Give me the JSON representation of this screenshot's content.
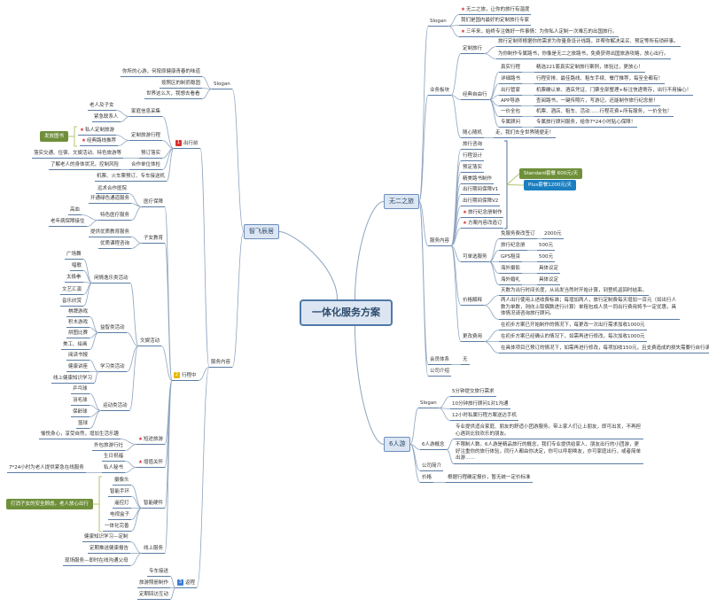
{
  "center": "一体化服务方案",
  "zhifei": {
    "title": "智飞辰居",
    "slogan": {
      "label": "Slogan",
      "items": [
        "你所的心游，何按原健康青春的味道",
        "按照区的制而稳固",
        "世界这么大，我想去看看"
      ]
    },
    "service": {
      "label": "服务内容",
      "before": {
        "label": "出行前",
        "badge": "1",
        "family": {
          "label": "家庭信息采集",
          "items": [
            "老人及子女",
            "紧急联系人"
          ]
        },
        "custom": {
          "label": "定制旅游行程",
          "items": [
            "私人定制旅游",
            "经典路线推荐"
          ],
          "note": "发放图书"
        },
        "booking": {
          "label": "预订落实",
          "detail": "落实交通、住宿、文娱活动、特色旅游等"
        },
        "checkup": {
          "label": "合作单位体检",
          "detail": "了解老人的身体状况，控制风险"
        },
        "tickets": "机票、火车票预订、专车接送机"
      },
      "during": {
        "label": "行程中",
        "badge": "2",
        "medical": {
          "label": "医疗保障",
          "items": [
            "远术合作医院",
            "开通绿色通道服务",
            "特色医疗服务"
          ],
          "special": [
            "高血",
            "老年病保障接住"
          ]
        },
        "education": {
          "label": "子女教育",
          "items": [
            "提供优质教育服务",
            "优质课程咨询"
          ]
        },
        "fun": {
          "label": "文娱活动",
          "leisure": {
            "label": "闲情逸乐类活动",
            "items": [
              "广场舞",
              "唱歌",
              "太极拳",
              "文艺汇演",
              "音乐欣赏"
            ]
          },
          "puzzle": {
            "label": "益智类活动",
            "items": [
              "棋牌游戏",
              "积木游戏",
              "拼图比赛",
              "美工、绘画"
            ]
          },
          "study": {
            "label": "学习类活动",
            "items": [
              "阅读书报",
              "健康讲座",
              "线上健康知识学习"
            ]
          },
          "sport": {
            "label": "运动类活动",
            "items": [
              "乒乓球",
              "羽毛球",
              "保龄球",
              "篮球"
            ]
          }
        },
        "trip": {
          "label": "短途旅游",
          "items": [
            "愉悦身心，享受自然，增加生活乐趣",
            "外包旅游行社"
          ]
        },
        "care": {
          "label": "增值关怀",
          "items": [
            "生日祝福",
            "私人秘书"
          ],
          "secretary": "7*24小时为老人提供紧急在线服务"
        },
        "hardware": {
          "label": "智能硬件",
          "items": [
            "摄像头",
            "智能手环",
            "遥控灯",
            "电视盒子",
            "一体化完善"
          ],
          "note": "打消子女的安全顾虑，老人放心出行"
        },
        "online": {
          "label": "线上服务",
          "items": [
            "健康知识学习—定制",
            "定期推送健康报告",
            "现场服务—即时在线沟通父母"
          ]
        }
      },
      "return": {
        "label": "返程",
        "badge": "3",
        "items": [
          "专车接送",
          "旅游照册制作",
          "定期回访互动"
        ]
      }
    }
  },
  "wuer": {
    "title": "无二之旅",
    "slogan": {
      "label": "Slogan",
      "items": [
        "无二之旅，让你的旅行有温度",
        "我们是国内最好的定制旅行专家",
        "三年来，始终专注做好一件事情：为你私人定制一次难忘的出国旅行。"
      ]
    },
    "business": {
      "label": "业务板块",
      "custom": {
        "label": "定制旅行",
        "items": [
          "旅行定制师根据你的需求为你量身设计线路，并帮你解决采买、预定等所有琐碎事。",
          "为你制作专属路书，你像是无二之旅路书，免费获得出国旅游攻略，放心出行。"
        ]
      },
      "classic": {
        "label": "经典自由行",
        "items": [
          {
            "label": "真实行程",
            "detail": "精选221套真实定制旅行案例，体验过，更放心！"
          },
          {
            "label": "详细路书",
            "detail": "行程安排、最佳路线、租车手续、餐厅推荐，每至全都有！"
          },
          {
            "label": "出行管家",
            "detail": "机票确认单、酒店凭证、门票全部整理+标注快递寄存，出行不用操心！"
          },
          {
            "label": "APP导游",
            "detail": "查阅路书，一键传照片，写游记，还能制作旅行纪念册！"
          },
          {
            "label": "一价全包",
            "detail": "机票、酒店、租车、活动……行程花费+所有服务，一价全包！"
          },
          {
            "label": "专属顾问",
            "detail": "专属旅行顾问服务，给你7*24小时贴心保障！"
          }
        ]
      },
      "random": {
        "label": "随心随机",
        "detail": "走，我们去全世界随便走！"
      }
    },
    "service": {
      "label": "服务内容",
      "items": [
        "旅行咨询",
        "行程设计",
        "预定落实",
        "精美路书制作",
        "出行期间保障V1",
        "出行期间保障V2",
        "旅行纪念册制作",
        "方案内容改造订"
      ],
      "packages": [
        "Standard套餐 600元/天",
        "Plus套餐1200元/天"
      ],
      "single": {
        "label": "可单选服务",
        "items": [
          {
            "label": "免服务费改签订",
            "price": "2000元"
          },
          {
            "label": "旅行纪念册",
            "price": "500元"
          },
          {
            "label": "GPS租赁",
            "price": "500元"
          },
          {
            "label": "海外摄影",
            "price": "具体议定"
          },
          {
            "label": "海外婚礼",
            "price": "具体议定"
          }
        ]
      },
      "pricing": {
        "label": "价格解释",
        "items": [
          "天数为出行时间长度，从出发当然时开始计算，到登机返回时结束。",
          "两人出行使用上述收费标准；每增加两人，旅行定制费每天增加一百元（如出行人数为单数，则向上取偶数进行计算）单租包成人员一同出行费用将予一定优惠，具体情况请咨询旅行顾问。"
        ]
      },
      "changes": {
        "label": "更改费用",
        "items": [
          "在初步方案已开始制作的情况下，每更改一次出行需求加收1000元",
          "在初步方案已经确认的情况下，如需再进行修改，每次加收1000元",
          "在具体项目已预订的情况下，如需再进行修改，每项加收150元，且支费造成的损失需要行自行承担"
        ]
      }
    },
    "membership": {
      "label": "会员体系",
      "value": "无"
    },
    "company": {
      "label": "公司介绍"
    }
  },
  "liuren": {
    "title": "6人游",
    "slogan": {
      "label": "Slogan",
      "items": [
        "5分钟提交旅行需求",
        "10分钟旅行顾问1对1沟通",
        "12小时私属行程方案送达手机"
      ]
    },
    "concept": {
      "label": "6人游概念",
      "items": [
        "专业提供适合家庭、朋友的舒适小团游服务。带上家人们让上朋友，即可出发，不再担心遇到比较欢乐的朋友。",
        "不限制人数。6人游是精品旅行的概念，我们专业提供给家人、朋友出行的小团游，更好注重你的旅行体验，同行人都由你决定，你可以呼朋唤友，亦可家庭出行，或者简单出游……"
      ]
    },
    "company": "公司简介",
    "price": {
      "label": "价格",
      "detail": "根据行程确定报价，暂无统一定价标准"
    }
  },
  "colors": {
    "line": "#8ea4bf",
    "underline": "#5a7ca3",
    "star": "#d9302c",
    "green": "#6f8f3a",
    "blue": "#1b7fc0",
    "badge1": "#d9302c",
    "badge2": "#e8b800",
    "badge3": "#3b7dd8",
    "bracket": "#b5c46e"
  }
}
